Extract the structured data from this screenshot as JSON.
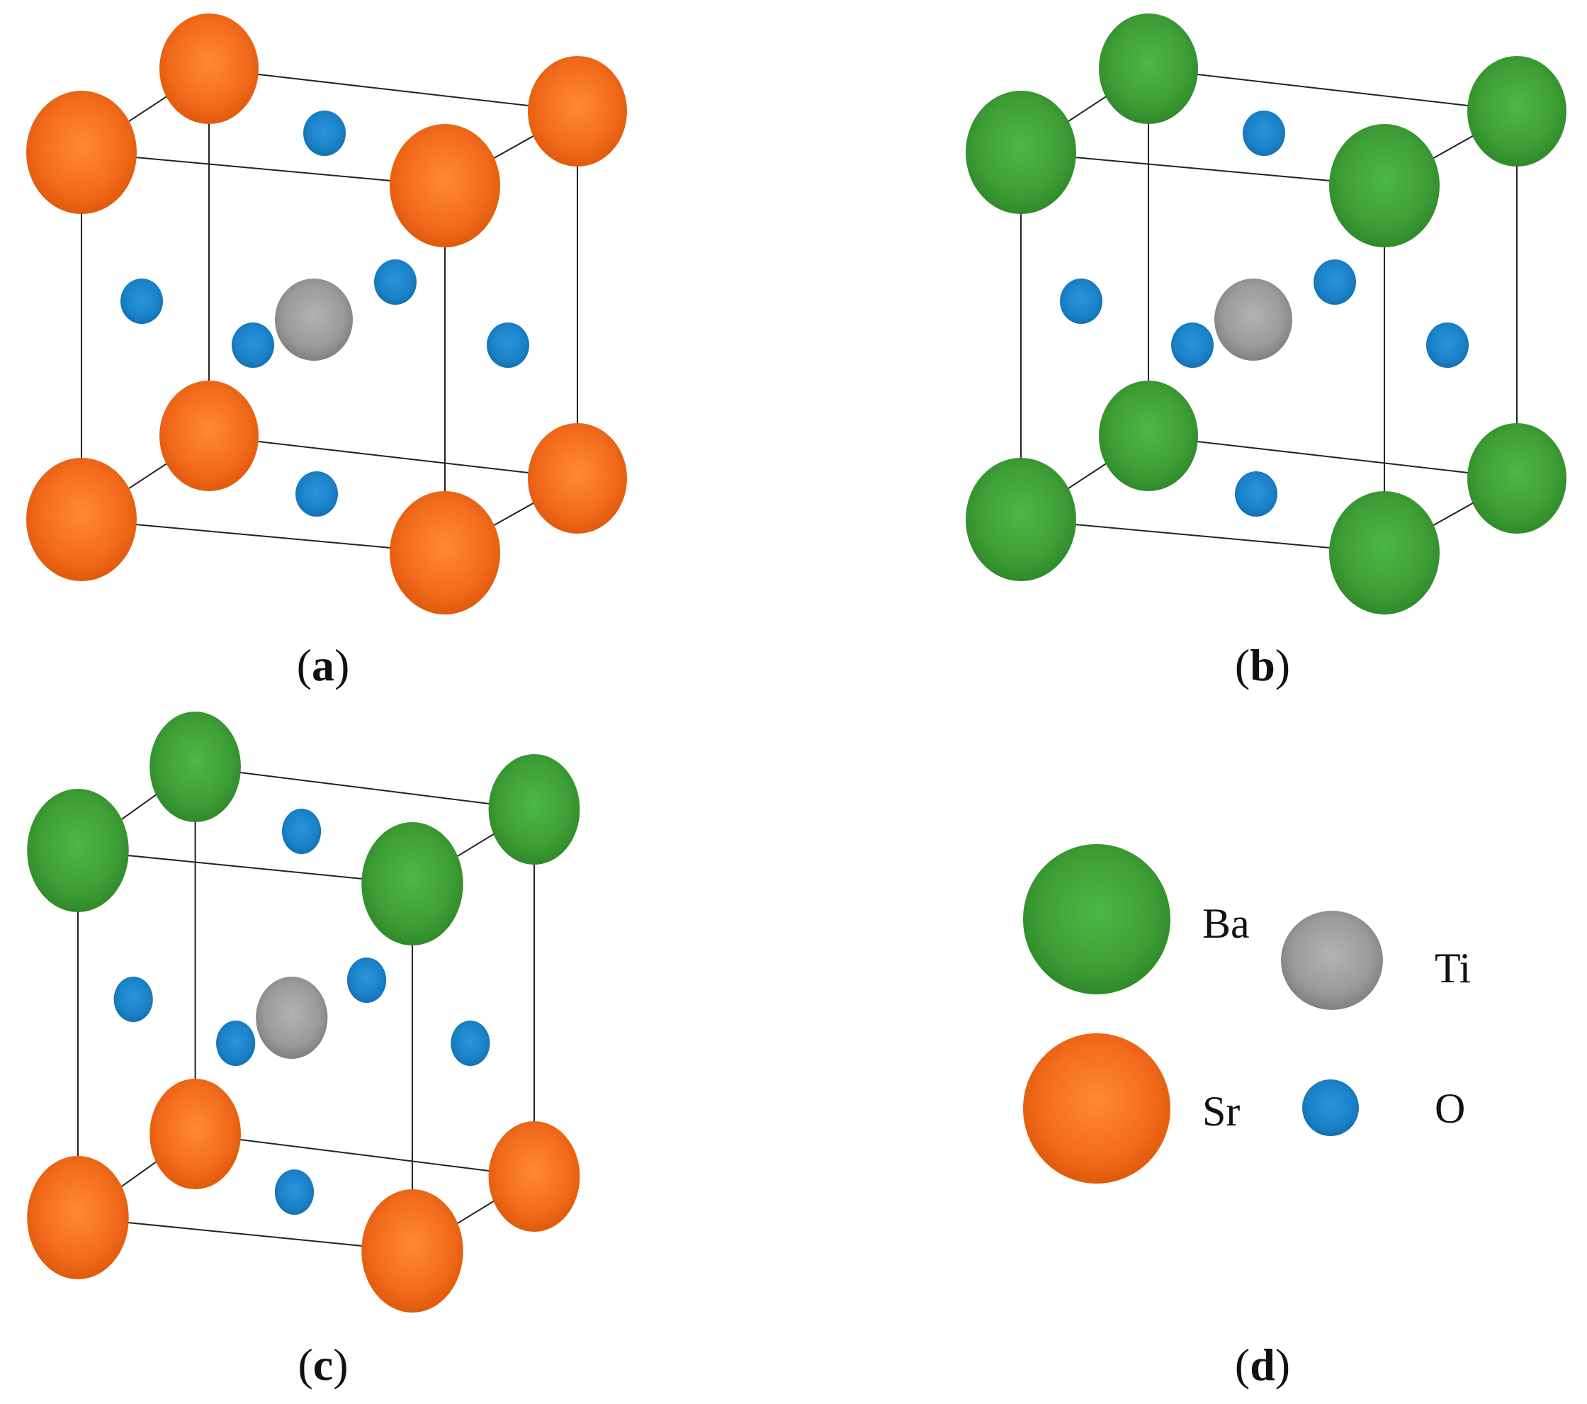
{
  "figure": {
    "panels": [
      {
        "label_open": "(",
        "label_letter": "a",
        "label_close": ")",
        "top_species": "Sr",
        "bottom_species": "Sr"
      },
      {
        "label_open": "(",
        "label_letter": "b",
        "label_close": ")",
        "top_species": "Ba",
        "bottom_species": "Ba"
      },
      {
        "label_open": "(",
        "label_letter": "c",
        "label_close": ")",
        "top_species": "Ba",
        "bottom_species": "Sr"
      },
      {
        "label_open": "(",
        "label_letter": "d",
        "label_close": ")"
      }
    ],
    "center_species": "Ti",
    "face_species": "O"
  },
  "legend": {
    "items": [
      {
        "symbol": "Ba",
        "color": "#3e9e36"
      },
      {
        "symbol": "Ti",
        "color": "#9a9a9a"
      },
      {
        "symbol": "Sr",
        "color": "#f26b1d"
      },
      {
        "symbol": "O",
        "color": "#1b82c9"
      }
    ]
  },
  "colors": {
    "Ba": "#3e9e36",
    "Sr": "#f26b1d",
    "Ti": "#9a9a9a",
    "O": "#1b82c9",
    "edge": "#222222"
  }
}
